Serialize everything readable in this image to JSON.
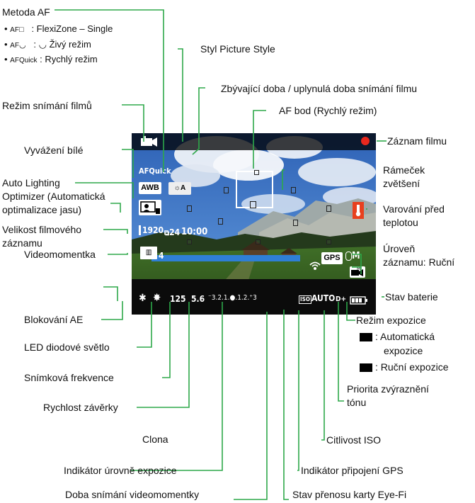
{
  "labels": {
    "af_method": "Metoda AF",
    "af_flexizone": ": FlexiZone – Single",
    "af_face": ": ◡ Živý režim",
    "af_quick": ": Rychlý režim",
    "af_quick_code": "AFQuick",
    "picture_style": "Styl Picture Style",
    "remaining_time": "Zbývající doba / uplynulá doba snímání filmu",
    "movie_mode": "Režim snímání filmů",
    "af_point": "AF bod (Rychlý režim)",
    "recording": "Záznam filmu",
    "white_balance": "Vyvážení bílé",
    "magnify_frame_1": "Rámeček",
    "magnify_frame_2": "zvětšení",
    "alo_1": "Auto Lighting",
    "alo_2": "Optimizer (Automatická",
    "alo_3": "optimalizace jasu)",
    "temp_warning_1": "Varování před",
    "temp_warning_2": "teplotou",
    "movie_size_1": "Velikost filmového",
    "movie_size_2": "záznamu",
    "rec_level_1": "Úroveň",
    "rec_level_2": "záznamu: Ruční",
    "video_snapshot": "Videomomentka",
    "battery": "Stav baterie",
    "ae_lock": "Blokování AE",
    "exposure_mode": "Režim expozice",
    "auto_exposure_1": ": Automatická",
    "auto_exposure_2": "expozice",
    "manual_exposure": ": Ruční expozice",
    "led_light": "LED diodové světlo",
    "frame_rate": "Snímková frekvence",
    "highlight_priority_1": "Priorita zvýraznění",
    "highlight_priority_2": "tónu",
    "shutter_speed": "Rychlost závěrky",
    "aperture": "Clona",
    "iso": "Citlivost ISO",
    "exposure_indicator": "Indikátor úrovně expozice",
    "gps_indicator": "Indikátor připojení GPS",
    "snapshot_duration": "Doba snímání videomomentky",
    "eyefi": "Stav přenosu karty Eye-Fi"
  },
  "screen": {
    "af_quick": "AFQuick",
    "awb": "AWB",
    "timer": "10:00",
    "size": "1920",
    "fps": "24",
    "snapshot_count": "4",
    "shutter": "125",
    "aperture": "5.6",
    "exposure_scale": "⁻3.2.1.●.1.2.⁺3",
    "gps": "GPS",
    "iso": "AUTO",
    "iso_prefix": "ISO",
    "mic": "M",
    "d_plus": "D+"
  },
  "colors": {
    "record": "#e8281e",
    "progress": "#2f7fd6",
    "temp_warning": "#e8401e"
  }
}
